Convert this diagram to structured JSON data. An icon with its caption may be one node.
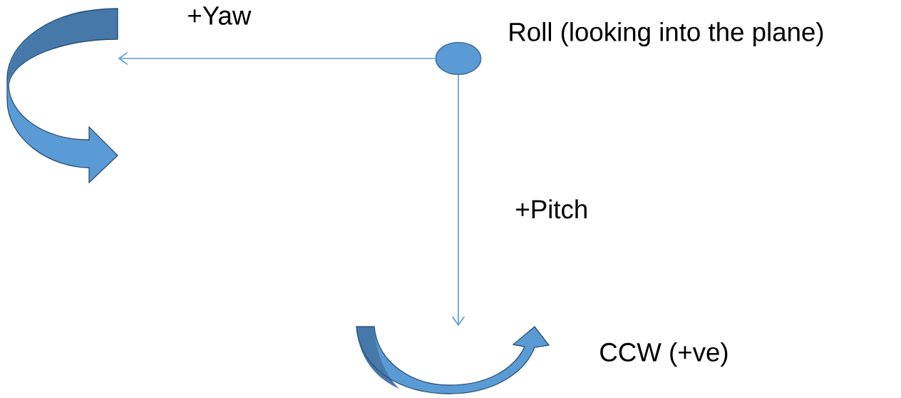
{
  "diagram": {
    "nodes": [
      {
        "text": [],
        "shape": "ellipse",
        "beside": [
          "Roll (looking into the plane)"
        ]
      },
      {
        "text": [],
        "shape": "arrow"
      },
      {
        "text": [],
        "shape": "arrow",
        "beside": [
          "CCW (+ve)"
        ]
      }
    ],
    "edges": [
      {
        "from": 0,
        "to": 1,
        "arrow": "to",
        "label": "+Yaw"
      },
      {
        "from": 0,
        "to": 2,
        "arrow": "to",
        "label": "+Pitch"
      }
    ]
  }
}
